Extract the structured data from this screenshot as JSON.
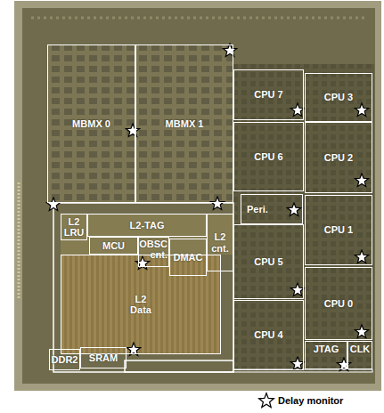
{
  "diagram": {
    "nodes": [
      {
        "text": [
          "MBMX 0"
        ]
      },
      {
        "text": [
          "MBMX 1"
        ]
      },
      {
        "text": [
          "CPU 7"
        ]
      },
      {
        "text": [
          "CPU 3"
        ]
      },
      {
        "text": [
          "CPU 6"
        ]
      },
      {
        "text": [
          "CPU 2"
        ]
      },
      {
        "text": [
          "L2 LRU"
        ]
      },
      {
        "text": [
          "L2-TAG"
        ]
      },
      {
        "text": [
          "L2 cnt."
        ]
      },
      {
        "text": [
          "Peri."
        ]
      },
      {
        "text": [
          "MCU"
        ]
      },
      {
        "text": [
          "OBSC cnt."
        ]
      },
      {
        "text": [
          "DMAC"
        ]
      },
      {
        "text": [
          "CPU 1"
        ]
      },
      {
        "text": [
          "CPU 5"
        ]
      },
      {
        "text": [
          "L2 Data"
        ]
      },
      {
        "text": [
          "CPU 0"
        ]
      },
      {
        "text": [
          "CPU 4"
        ]
      },
      {
        "text": [
          "DDR2"
        ]
      },
      {
        "text": [
          "SRAM"
        ]
      },
      {
        "text": [
          "JTAG"
        ]
      },
      {
        "text": [
          "CLK"
        ]
      }
    ],
    "legend": [
      {
        "text": "Delay monitor"
      }
    ]
  }
}
